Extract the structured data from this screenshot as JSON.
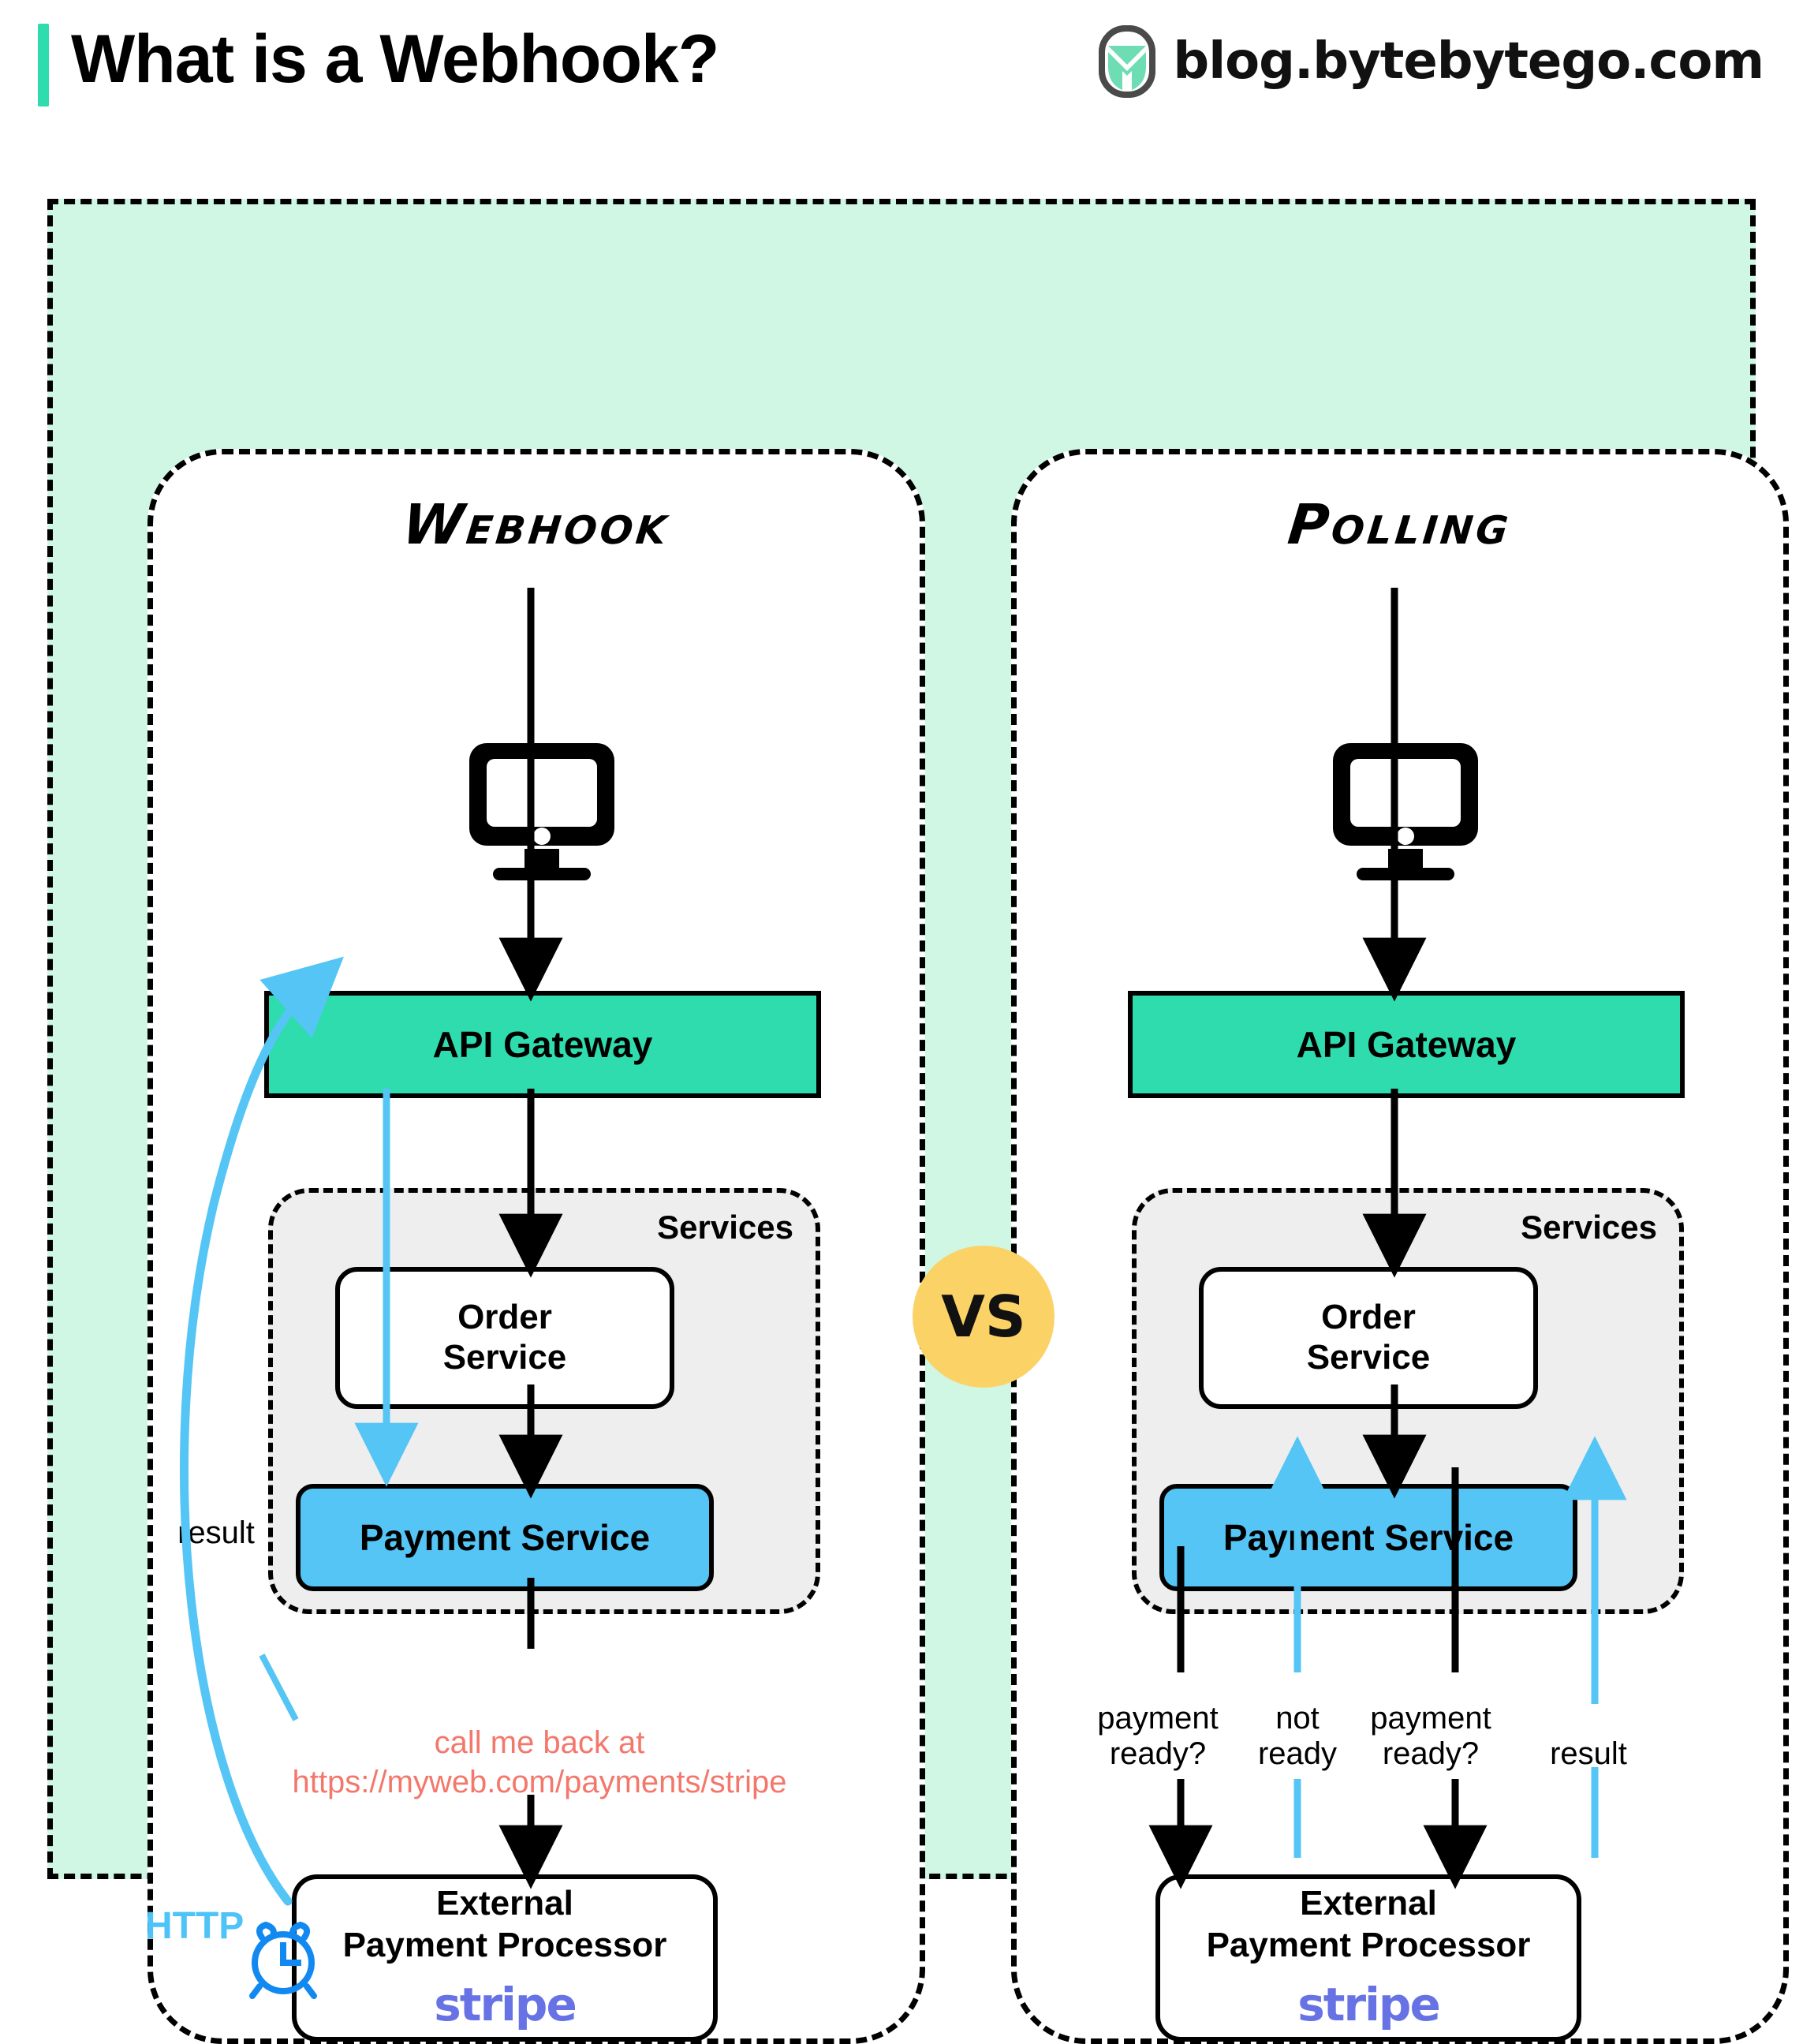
{
  "header": {
    "title": "What is a Webhook?",
    "brand_text": "blog.bytebytego.com",
    "accent_color": "#2EDCAD",
    "logo_icon": "bytebytego-logo-icon"
  },
  "vs_badge": {
    "label": "VS",
    "color": "#FBD266"
  },
  "colors": {
    "canvas": "#CFF7E3",
    "gateway": "#2EDCAD",
    "payment": "#55C5F5",
    "services_group": "#EEEEEE",
    "callback_text": "#F4776B",
    "http_blue": "#4DC3F7",
    "clock_blue": "#1189F0",
    "stripe": "#6772E5"
  },
  "panels": [
    {
      "id": "webhook",
      "title": "Webhook",
      "client_icon": "monitor-icon",
      "gateway": {
        "label": "API Gateway"
      },
      "services": {
        "label": "Services",
        "order": {
          "line1": "Order",
          "line2": "Service"
        },
        "payment": {
          "label": "Payment Service"
        }
      },
      "callback": {
        "line1": "call me back at",
        "line2": "https://myweb.com/payments/stripe"
      },
      "external": {
        "line1": "External",
        "line2": "Payment Processor",
        "logo": "stripe"
      },
      "annotations": {
        "result": "result",
        "http": "HTTP",
        "clock_icon": "alarm-clock-icon"
      }
    },
    {
      "id": "polling",
      "title": "Polling",
      "client_icon": "monitor-icon",
      "gateway": {
        "label": "API Gateway"
      },
      "services": {
        "label": "Services",
        "order": {
          "line1": "Order",
          "line2": "Service"
        },
        "payment": {
          "label": "Payment Service"
        }
      },
      "external": {
        "line1": "External",
        "line2": "Payment Processor",
        "logo": "stripe"
      },
      "poll_labels": [
        {
          "line1": "payment",
          "line2": "ready?",
          "direction": "down",
          "color": "#000000"
        },
        {
          "line1": "not",
          "line2": "ready",
          "direction": "up",
          "color": "#55C5F5"
        },
        {
          "line1": "payment",
          "line2": "ready?",
          "direction": "down",
          "color": "#000000"
        },
        {
          "line1": "result",
          "line2": "",
          "direction": "up",
          "color": "#55C5F5"
        }
      ]
    }
  ]
}
